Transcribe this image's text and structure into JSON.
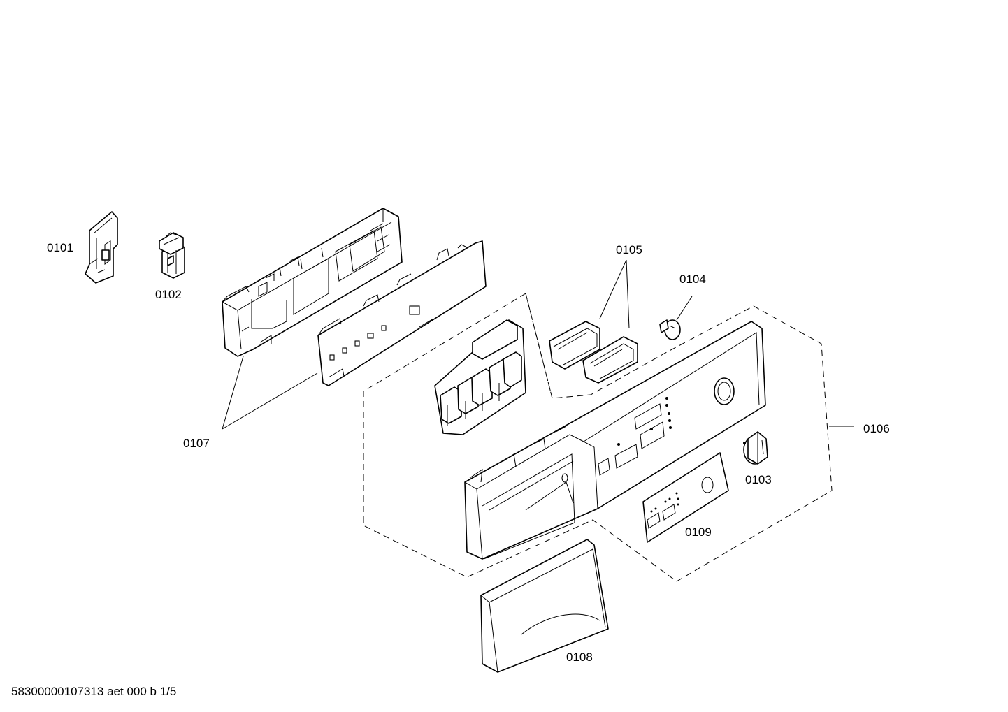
{
  "labels": {
    "p0101": "0101",
    "p0102": "0102",
    "p0103": "0103",
    "p0104": "0104",
    "p0105": "0105",
    "p0106": "0106",
    "p0107": "0107",
    "p0108": "0108",
    "p0109": "0109"
  },
  "footer": "58300000107313 aet 000 b 1/5"
}
